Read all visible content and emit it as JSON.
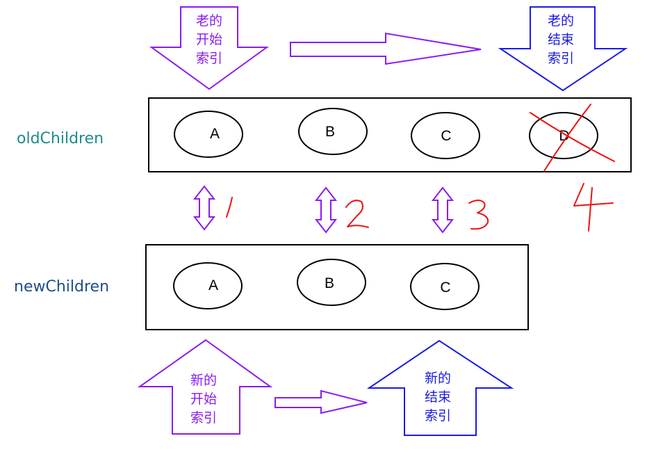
{
  "colors": {
    "purple": "#8a1bf0",
    "blue": "#1a1ae6",
    "red": "#ee1111",
    "teal": "#1f8b8b",
    "navy": "#1d4f86",
    "black": "#000000"
  },
  "rows": {
    "old_label": "oldChildren",
    "new_label": "newChildren",
    "old_nodes": [
      "A",
      "B",
      "C",
      "D"
    ],
    "new_nodes": [
      "A",
      "B",
      "C"
    ]
  },
  "pointers": {
    "old_start": [
      "老的",
      "开始",
      "索引"
    ],
    "old_end": [
      "老的",
      "结束",
      "索引"
    ],
    "new_start": [
      "新的",
      "开始",
      "索引"
    ],
    "new_end": [
      "新的",
      "结束",
      "索引"
    ]
  },
  "steps": [
    "1",
    "2",
    "3",
    "4"
  ]
}
